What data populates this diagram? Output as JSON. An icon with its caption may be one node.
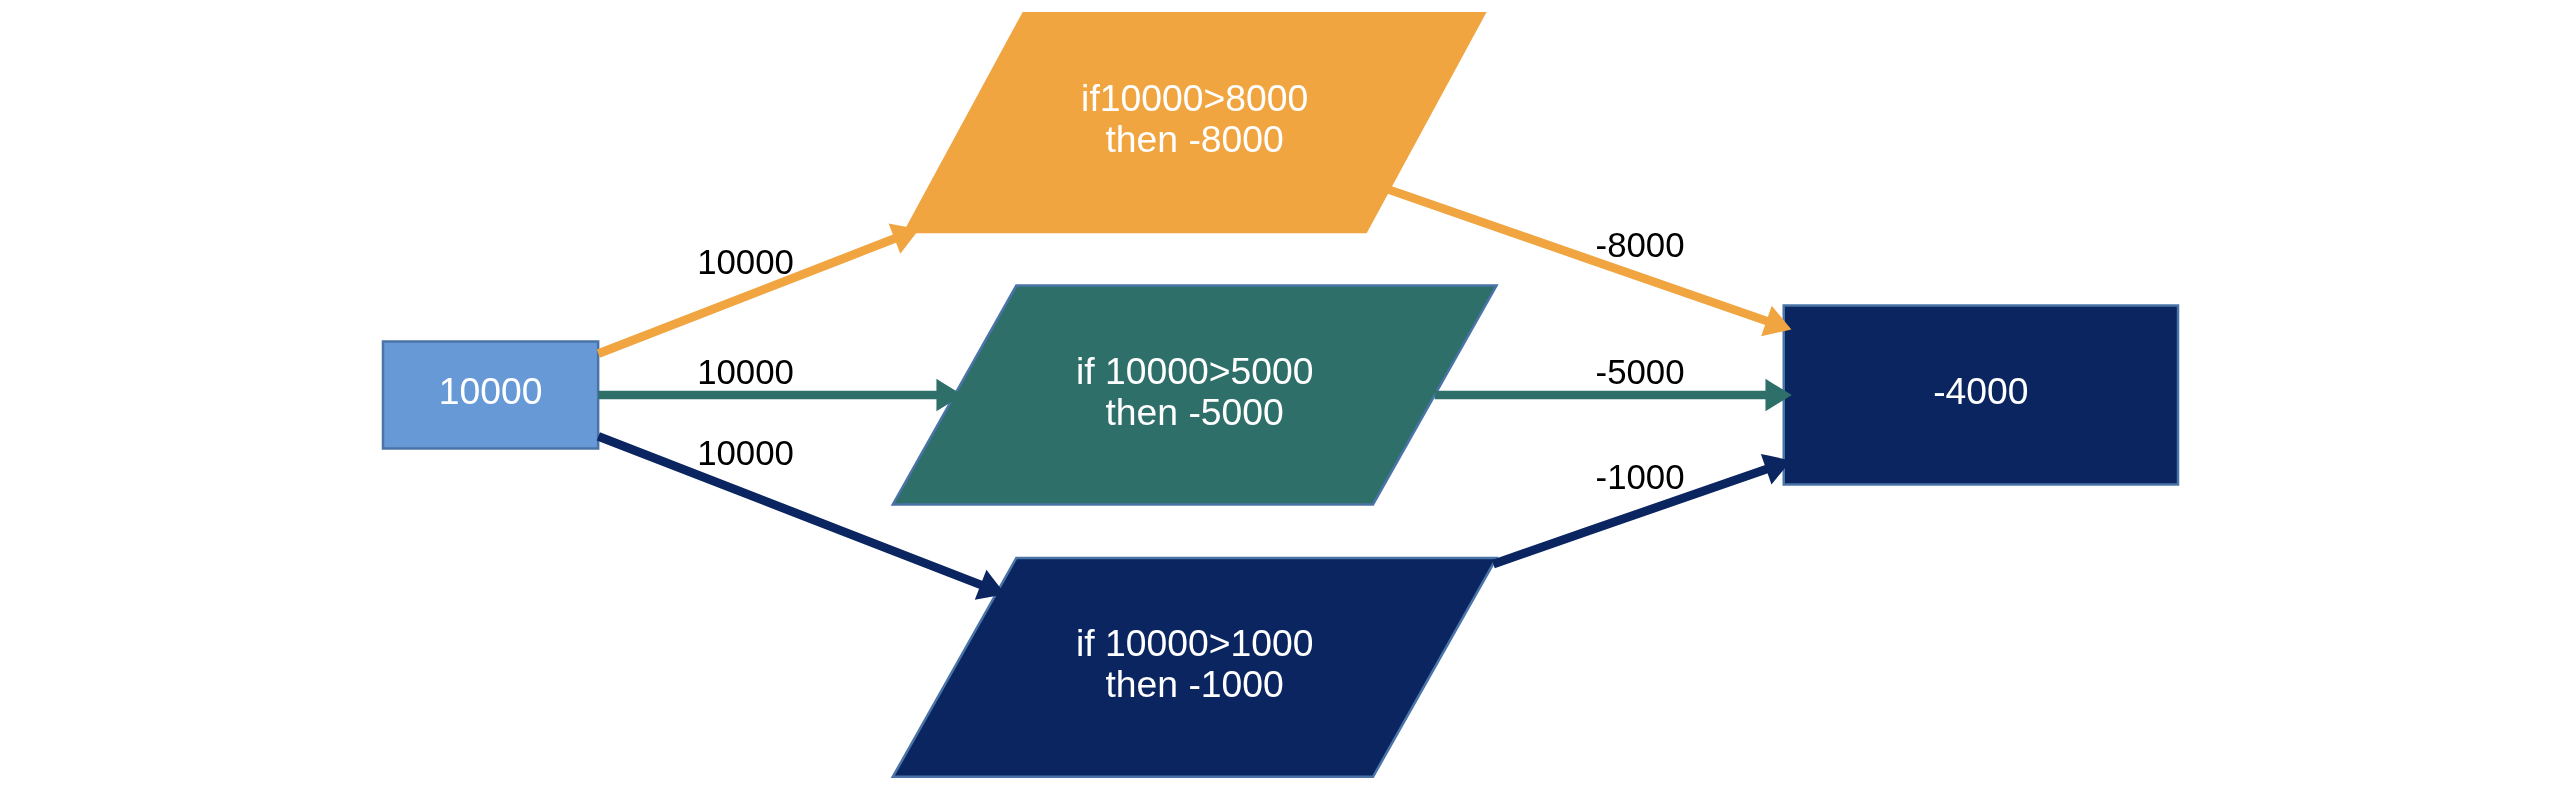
{
  "diagram": {
    "nodes": [
      {
        "text": [
          "10000"
        ]
      },
      {
        "text": [
          "if10000>8000 then -8000"
        ]
      },
      {
        "text": [
          "if 10000>5000 then -5000"
        ]
      },
      {
        "text": [
          "if 10000>1000 then -1000"
        ]
      },
      {
        "text": [
          "-4000"
        ]
      }
    ],
    "edges": [
      {
        "from": 0,
        "to": 1,
        "arrow": "to",
        "label": "10000",
        "color": "#f0a541"
      },
      {
        "from": 0,
        "to": 2,
        "arrow": "to",
        "label": "10000",
        "color": "#2f6f6a"
      },
      {
        "from": 0,
        "to": 3,
        "arrow": "to",
        "label": "10000",
        "color": "#0b2560"
      },
      {
        "from": 1,
        "to": 4,
        "arrow": "to",
        "label": "-8000",
        "color": "#f0a541"
      },
      {
        "from": 2,
        "to": 4,
        "arrow": "to",
        "label": "-5000",
        "color": "#2f6f6a"
      },
      {
        "from": 3,
        "to": 4,
        "arrow": "to",
        "label": "-1000",
        "color": "#0b2560"
      }
    ]
  }
}
